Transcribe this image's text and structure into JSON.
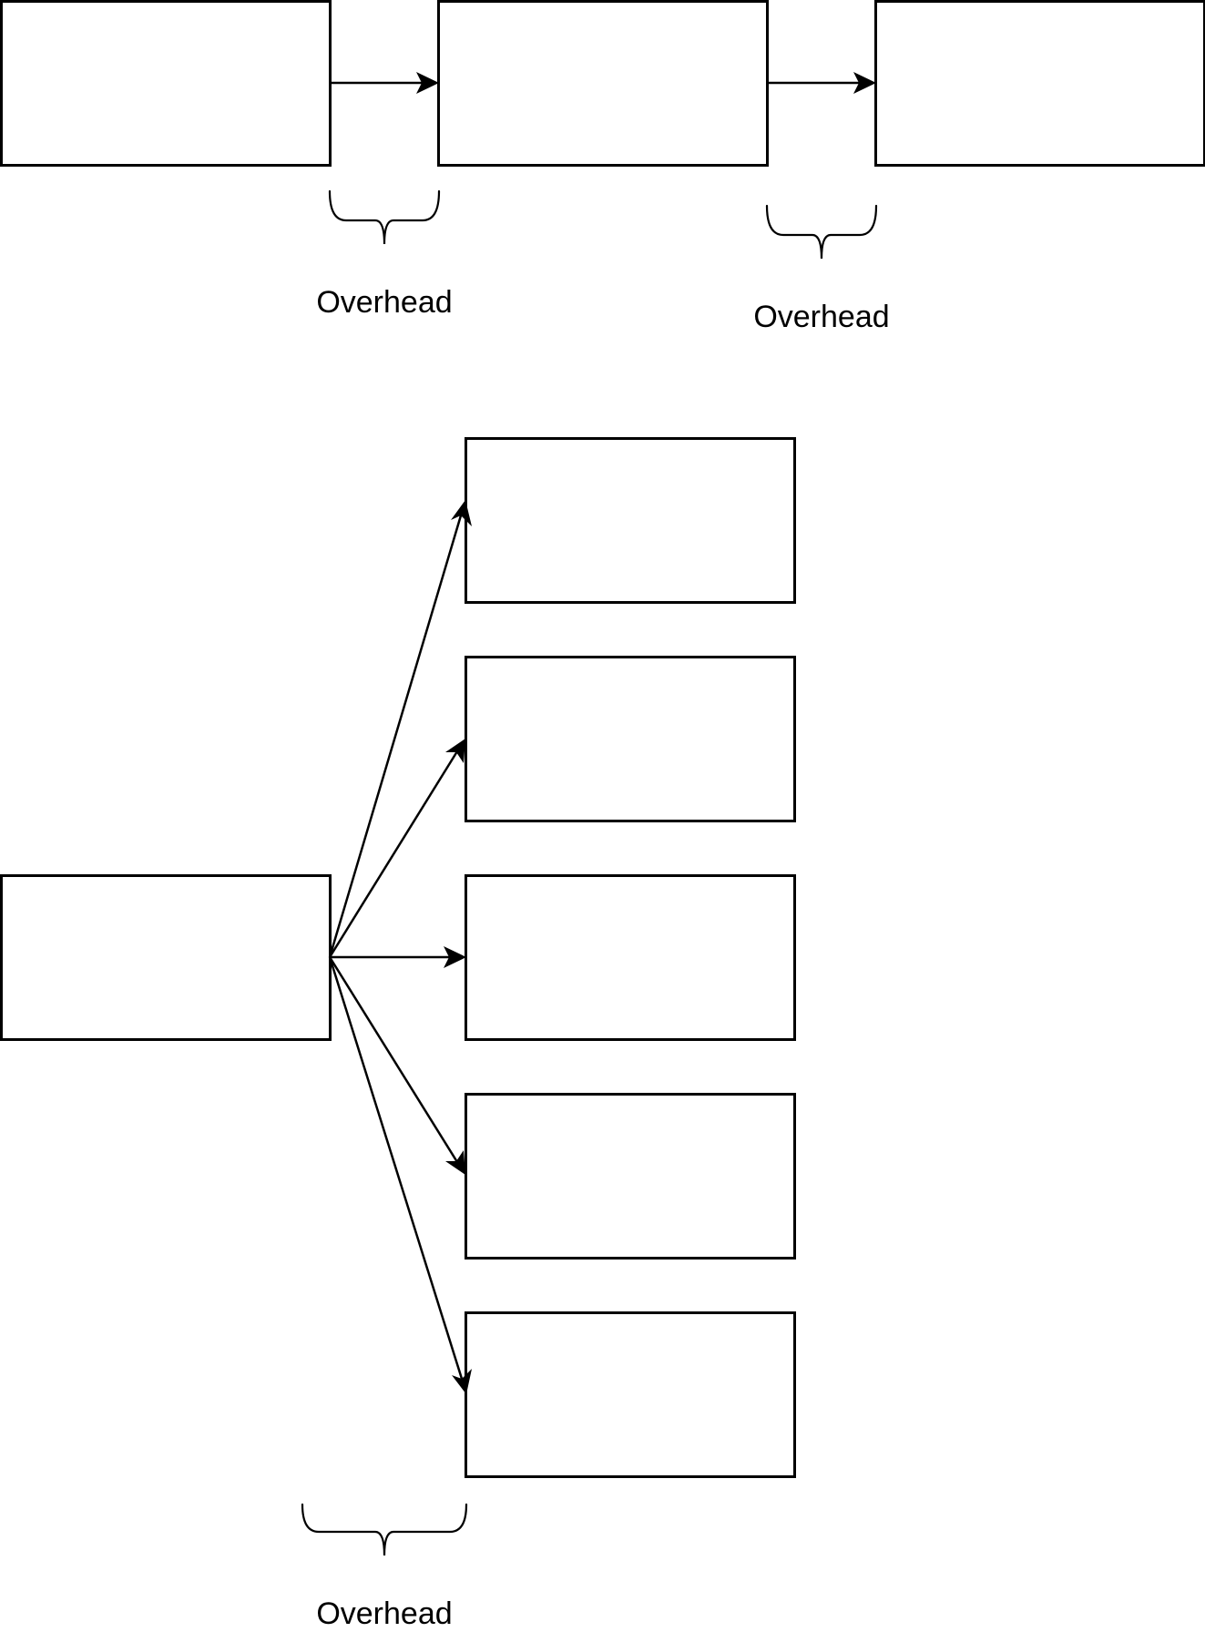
{
  "diagram": {
    "sequential": {
      "overhead_label_1": "Overhead",
      "overhead_label_2": "Overhead"
    },
    "parallel": {
      "overhead_label": "Overhead"
    }
  },
  "colors": {
    "stroke": "#000000",
    "background": "#ffffff"
  }
}
